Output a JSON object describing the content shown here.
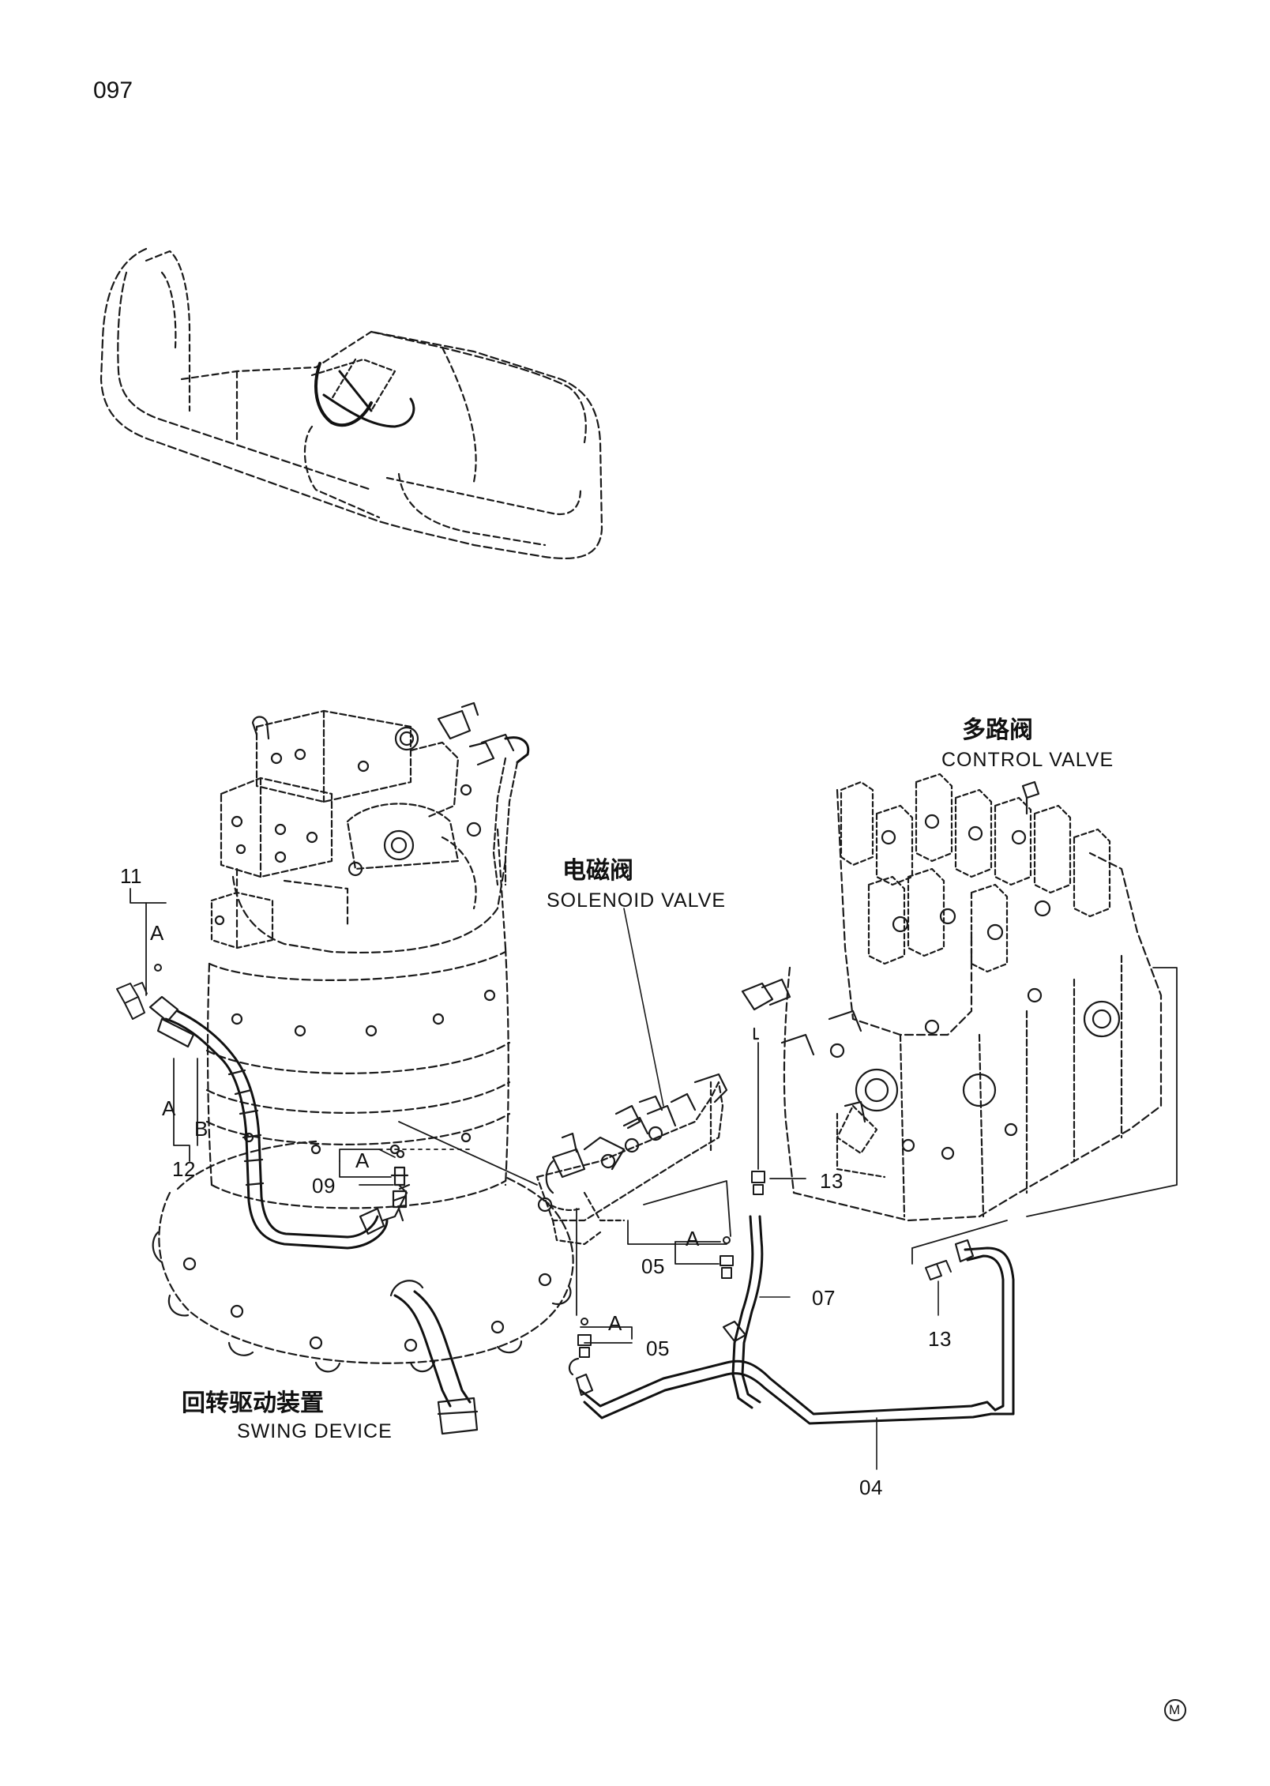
{
  "page_number": "097",
  "labels": {
    "control_valve_cn": "多路阀",
    "control_valve_en": "CONTROL VALVE",
    "solenoid_valve_cn": "电磁阀",
    "solenoid_valve_en": "SOLENOID VALVE",
    "swing_device_cn": "回转驱动装置",
    "swing_device_en": "SWING DEVICE"
  },
  "callouts": {
    "p11": "11",
    "p12": "12",
    "p09": "09",
    "p05a": "05",
    "p05b": "05",
    "p07": "07",
    "p13a": "13",
    "p13b": "13",
    "p04": "04"
  },
  "view_markers": {
    "a1": "A",
    "a2": "A",
    "b1": "B",
    "a3": "A",
    "a4": "A",
    "a5": "A"
  },
  "corner_mark": "M"
}
